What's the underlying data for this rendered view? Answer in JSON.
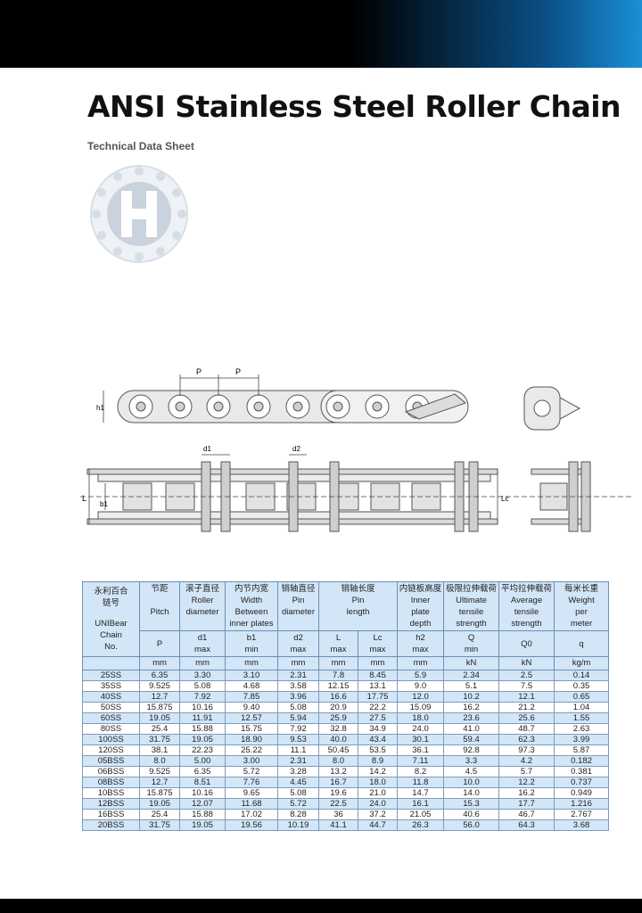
{
  "header": {
    "title": "ANSI Stainless Steel Roller Chain",
    "subtitle": "Technical Data Sheet"
  },
  "diagram_labels": {
    "p1": "P",
    "p2": "P",
    "h1": "h1",
    "d1": "d1",
    "d2": "d2",
    "b1": "b1",
    "L": "L",
    "Lc": "Lc"
  },
  "colors": {
    "header_fill": "#d3e6f7",
    "border": "#7d9bbb",
    "accent": "#1a8fd6"
  },
  "table": {
    "col0_cn": "永利百合",
    "col0_cn2": "链号",
    "col0_en": "UNIBear",
    "col0_en2": "Chain",
    "col0_en3": "No.",
    "pitch_cn": "节距",
    "pitch_en": "Pitch",
    "pitch_sym": "P",
    "pitch_unit": "mm",
    "roller_cn": "滚子直径",
    "roller_en": "Roller",
    "roller_en2": "diameter",
    "roller_sym": "d1",
    "roller_lim": "max",
    "roller_unit": "mm",
    "width_cn": "内节内宽",
    "width_en": "Width",
    "width_en2": "Between",
    "width_en3": "inner plates",
    "width_sym": "b1",
    "width_lim": "min",
    "width_unit": "mm",
    "pin_cn": "销轴直径",
    "pin_en": "Pin",
    "pin_en2": "diameter",
    "pin_sym": "d2",
    "pin_lim": "max",
    "pin_unit": "mm",
    "len_cn": "销轴长度",
    "len_en": "Pin",
    "len_en2": "length",
    "len_sym1": "L",
    "len_lim1": "max",
    "len_unit1": "mm",
    "len_sym2": "Lc",
    "len_lim2": "max",
    "len_unit2": "mm",
    "plate_cn": "内链板高度",
    "plate_en": "Inner",
    "plate_en2": "plate",
    "plate_en3": "depth",
    "plate_sym": "h2",
    "plate_lim": "max",
    "plate_unit": "mm",
    "ult_cn": "极限拉伸载荷",
    "ult_en": "Ultimate",
    "ult_en2": "tensile",
    "ult_en3": "strength",
    "ult_sym": "Q",
    "ult_lim": "min",
    "ult_unit": "kN",
    "avg_cn": "平均拉伸载荷",
    "avg_en": "Average",
    "avg_en2": "tensile",
    "avg_en3": "strength",
    "avg_sym": "Q0",
    "avg_unit": "kN",
    "wt_cn": "每米长重",
    "wt_en": "Weight",
    "wt_en2": "per",
    "wt_en3": "meter",
    "wt_sym": "q",
    "wt_unit": "kg/m",
    "rows": [
      [
        "25SS",
        "6.35",
        "3.30",
        "3.10",
        "2.31",
        "7.8",
        "8.45",
        "5.9",
        "2.34",
        "2.5",
        "0.14"
      ],
      [
        "35SS",
        "9.525",
        "5.08",
        "4.68",
        "3.58",
        "12.15",
        "13.1",
        "9.0",
        "5.1",
        "7.5",
        "0.35"
      ],
      [
        "40SS",
        "12.7",
        "7.92",
        "7.85",
        "3.96",
        "16.6",
        "17.75",
        "12.0",
        "10.2",
        "12.1",
        "0.65"
      ],
      [
        "50SS",
        "15.875",
        "10.16",
        "9.40",
        "5.08",
        "20.9",
        "22.2",
        "15.09",
        "16.2",
        "21.2",
        "1.04"
      ],
      [
        "60SS",
        "19.05",
        "11.91",
        "12.57",
        "5.94",
        "25.9",
        "27.5",
        "18.0",
        "23.6",
        "25.6",
        "1.55"
      ],
      [
        "80SS",
        "25.4",
        "15.88",
        "15.75",
        "7.92",
        "32.8",
        "34.9",
        "24.0",
        "41.0",
        "48.7",
        "2.63"
      ],
      [
        "100SS",
        "31.75",
        "19.05",
        "18.90",
        "9.53",
        "40.0",
        "43.4",
        "30.1",
        "59.4",
        "62.3",
        "3.99"
      ],
      [
        "120SS",
        "38.1",
        "22.23",
        "25.22",
        "11.1",
        "50.45",
        "53.5",
        "36.1",
        "92.8",
        "97.3",
        "5.87"
      ],
      [
        "05BSS",
        "8.0",
        "5.00",
        "3.00",
        "2.31",
        "8.0",
        "8.9",
        "7.11",
        "3.3",
        "4.2",
        "0.182"
      ],
      [
        "06BSS",
        "9.525",
        "6.35",
        "5.72",
        "3.28",
        "13.2",
        "14.2",
        "8.2",
        "4.5",
        "5.7",
        "0.381"
      ],
      [
        "08BSS",
        "12.7",
        "8.51",
        "7.76",
        "4.45",
        "16.7",
        "18.0",
        "11.8",
        "10.0",
        "12.2",
        "0.737"
      ],
      [
        "10BSS",
        "15.875",
        "10.16",
        "9.65",
        "5.08",
        "19.6",
        "21.0",
        "14.7",
        "14.0",
        "16.2",
        "0.949"
      ],
      [
        "12BSS",
        "19.05",
        "12.07",
        "11.68",
        "5.72",
        "22.5",
        "24.0",
        "16.1",
        "15.3",
        "17.7",
        "1.216"
      ],
      [
        "16BSS",
        "25.4",
        "15.88",
        "17.02",
        "8.28",
        "36",
        "37.2",
        "21.05",
        "40.6",
        "46.7",
        "2.767"
      ],
      [
        "20BSS",
        "31.75",
        "19.05",
        "19.56",
        "10.19",
        "41.1",
        "44.7",
        "26.3",
        "56.0",
        "64.3",
        "3.68"
      ]
    ]
  }
}
